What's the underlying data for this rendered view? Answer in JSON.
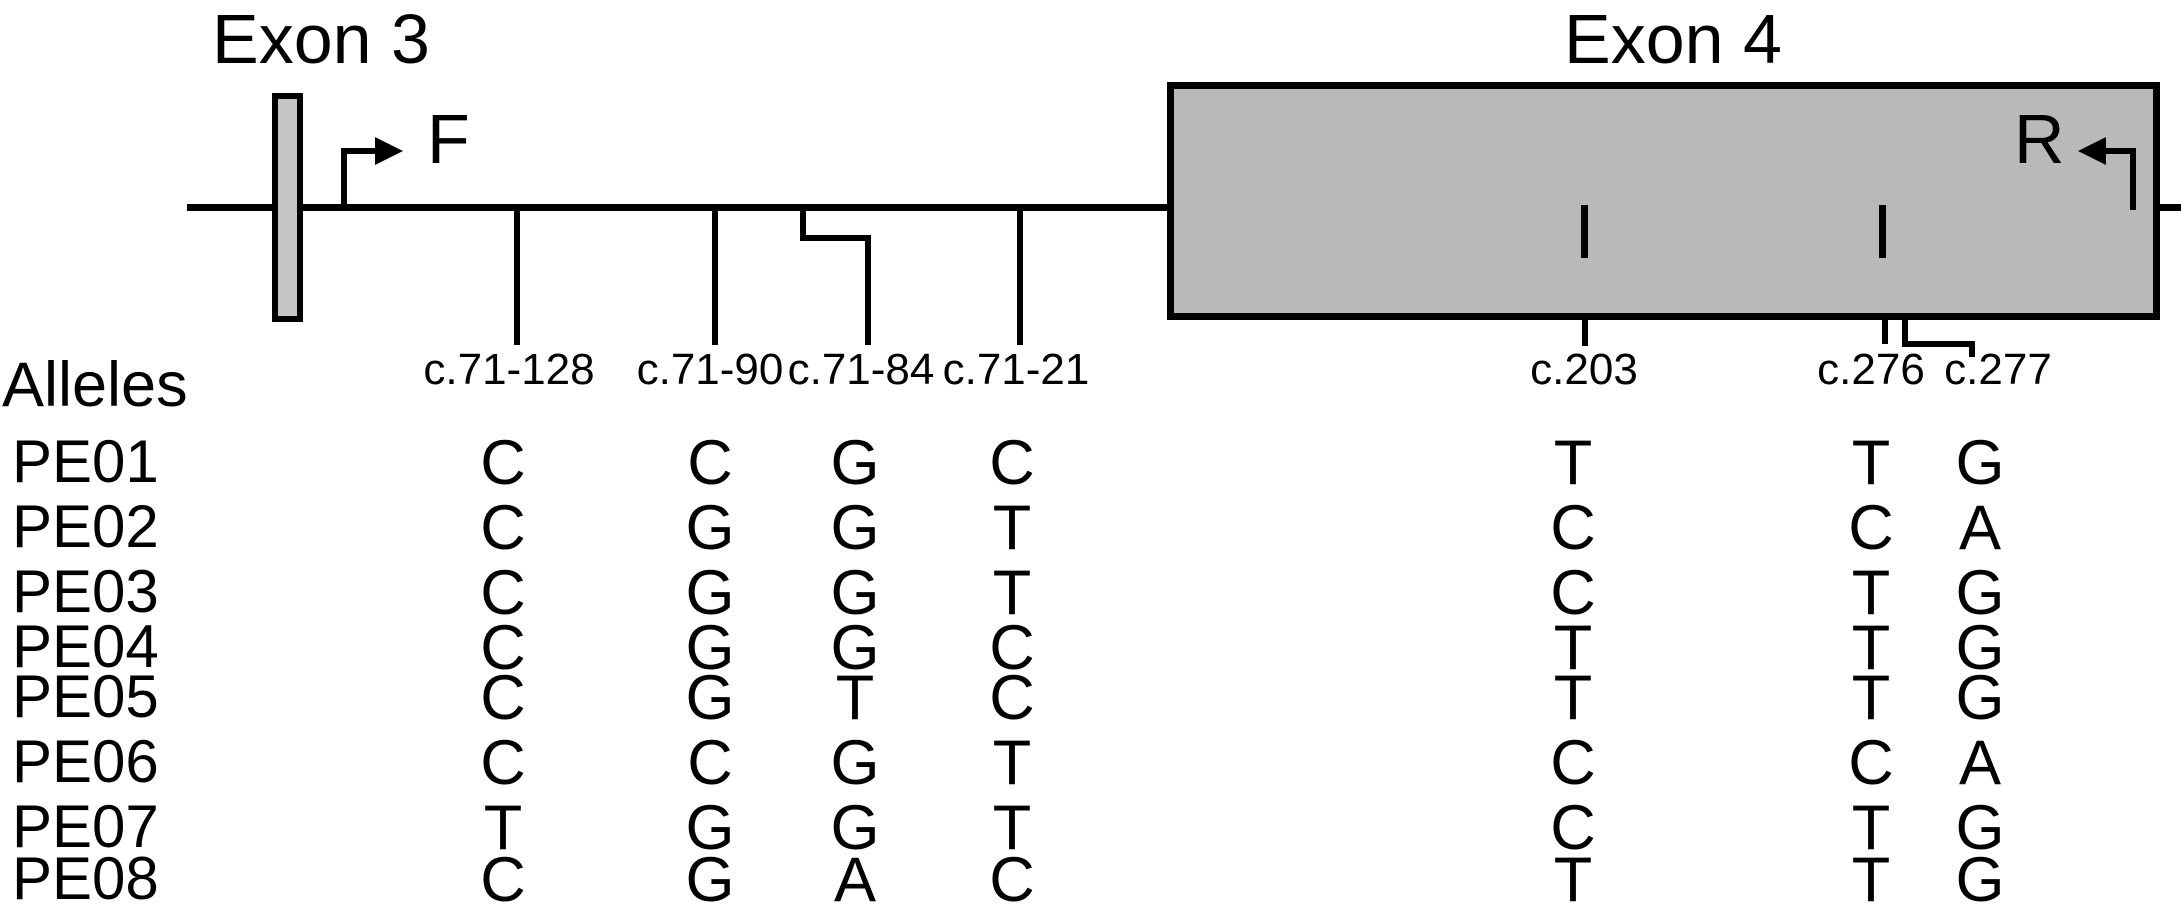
{
  "figure": {
    "title_exon3": "Exon 3",
    "title_exon4": "Exon 4",
    "primer_forward": "F",
    "primer_reverse": "R",
    "colors": {
      "exon3_fill": "#c5c5c5",
      "exon4_fill": "#b9b9b9",
      "stroke": "#000000",
      "background": "#ffffff"
    },
    "variant_labels": [
      "c.71-128",
      "c.71-90",
      "c.71-84",
      "c.71-21",
      "c.203",
      "c.276",
      "c.277"
    ]
  },
  "alleles": {
    "header": "Alleles",
    "rows": [
      {
        "label": "PE01",
        "bases": [
          "C",
          "C",
          "G",
          "C",
          "T",
          "T",
          "G"
        ]
      },
      {
        "label": "PE02",
        "bases": [
          "C",
          "G",
          "G",
          "T",
          "C",
          "C",
          "A"
        ]
      },
      {
        "label": "PE03",
        "bases": [
          "C",
          "G",
          "G",
          "T",
          "C",
          "T",
          "G"
        ]
      },
      {
        "label": "PE04",
        "bases": [
          "C",
          "G",
          "G",
          "C",
          "T",
          "T",
          "G"
        ]
      },
      {
        "label": "PE05",
        "bases": [
          "C",
          "G",
          "T",
          "C",
          "T",
          "T",
          "G"
        ]
      },
      {
        "label": "PE06",
        "bases": [
          "C",
          "C",
          "G",
          "T",
          "C",
          "C",
          "A"
        ]
      },
      {
        "label": "PE07",
        "bases": [
          "T",
          "G",
          "G",
          "T",
          "C",
          "T",
          "G"
        ]
      },
      {
        "label": "PE08",
        "bases": [
          "C",
          "G",
          "A",
          "C",
          "T",
          "T",
          "G"
        ]
      }
    ]
  }
}
